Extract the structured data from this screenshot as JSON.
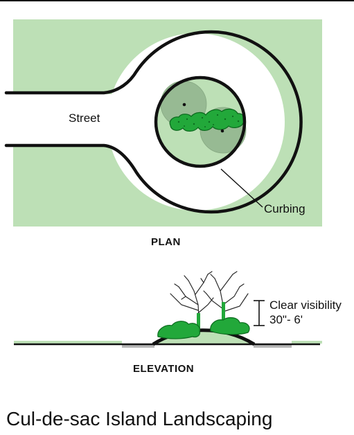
{
  "plan": {
    "label": "PLAN",
    "street_label": "Street",
    "curbing_label": "Curbing"
  },
  "elevation": {
    "label": "ELEVATION",
    "clear_visibility_line1": "Clear visibility",
    "clear_visibility_line2": "30\"- 6'"
  },
  "title": "Cul-de-sac Island Landscaping",
  "colors": {
    "lawn": "#bde0b6",
    "pavement": "#ffffff",
    "curb": "#111111",
    "shrub": "#22a83a",
    "tree_canopy": "#97ba93",
    "gravel": "#b5b5b5"
  }
}
